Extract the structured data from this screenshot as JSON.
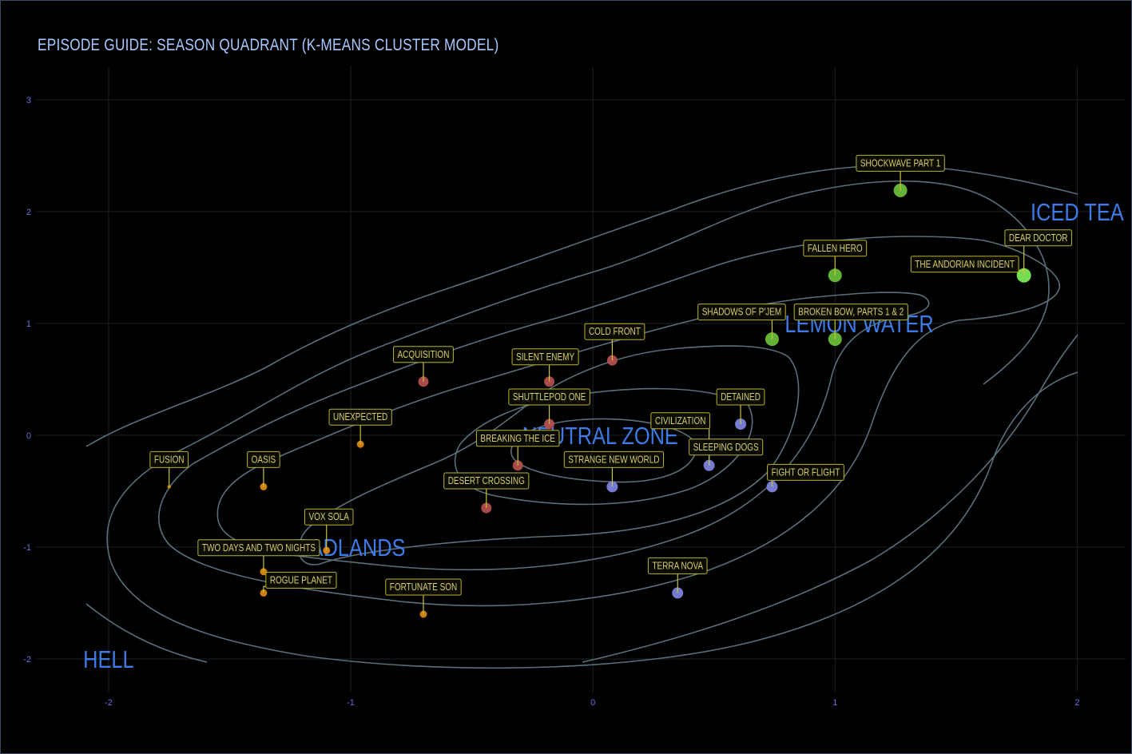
{
  "chart_data": {
    "type": "scatter",
    "title": "EPISODE GUIDE: SEASON QUADRANT (K-MEANS CLUSTER MODEL)",
    "xlabel": "",
    "ylabel": "",
    "xlim": [
      -2.3,
      2.2
    ],
    "ylim": [
      -2.3,
      3.3
    ],
    "x_ticks": [
      -2,
      -1,
      0,
      1,
      2
    ],
    "y_ticks": [
      -2,
      -1,
      0,
      1,
      2,
      3
    ],
    "grid": true,
    "regions": [
      {
        "label": "ICED TEA",
        "x": 2.0,
        "y": 2.0
      },
      {
        "label": "LEMON WATER",
        "x": 1.1,
        "y": 1.0
      },
      {
        "label": "NEUTRAL ZONE",
        "x": 0.03,
        "y": 0.0
      },
      {
        "label": "BADLANDS",
        "x": -1.0,
        "y": -1.0
      },
      {
        "label": "HELL",
        "x": -2.0,
        "y": -2.0
      }
    ],
    "cluster_colors": {
      "iced_tea": "#7ff05a",
      "lemon_water": "#6cc23c",
      "neutral_zone_red": "#b65050",
      "neutral_zone_blue": "#7f86e2",
      "badlands": "#e08a14"
    },
    "points": [
      {
        "name": "SHOCKWAVE PART 1",
        "x": 1.27,
        "y": 2.19,
        "cluster": "lemon_water"
      },
      {
        "name": "DEAR DOCTOR",
        "x": 1.78,
        "y": 1.43,
        "cluster": "iced_tea"
      },
      {
        "name": "THE ANDORIAN INCIDENT",
        "x": 1.78,
        "y": 1.43,
        "cluster": "iced_tea"
      },
      {
        "name": "FALLEN HERO",
        "x": 1.0,
        "y": 1.43,
        "cluster": "lemon_water"
      },
      {
        "name": "SHADOWS OF P'JEM",
        "x": 0.74,
        "y": 0.86,
        "cluster": "lemon_water"
      },
      {
        "name": "BROKEN BOW, PARTS 1 & 2",
        "x": 1.0,
        "y": 0.86,
        "cluster": "lemon_water"
      },
      {
        "name": "COLD FRONT",
        "x": 0.08,
        "y": 0.67,
        "cluster": "neutral_zone_red"
      },
      {
        "name": "SILENT ENEMY",
        "x": -0.18,
        "y": 0.48,
        "cluster": "neutral_zone_red"
      },
      {
        "name": "ACQUISITION",
        "x": -0.7,
        "y": 0.48,
        "cluster": "neutral_zone_red"
      },
      {
        "name": "SHUTTLEPOD ONE",
        "x": -0.18,
        "y": 0.1,
        "cluster": "neutral_zone_red"
      },
      {
        "name": "BREAKING THE ICE",
        "x": -0.31,
        "y": -0.27,
        "cluster": "neutral_zone_red"
      },
      {
        "name": "DESERT CROSSING",
        "x": -0.44,
        "y": -0.65,
        "cluster": "neutral_zone_red"
      },
      {
        "name": "DETAINED",
        "x": 0.61,
        "y": 0.1,
        "cluster": "neutral_zone_blue"
      },
      {
        "name": "CIVILIZATION",
        "x": 0.48,
        "y": -0.27,
        "cluster": "neutral_zone_blue"
      },
      {
        "name": "SLEEPING DOGS",
        "x": 0.48,
        "y": -0.27,
        "cluster": "neutral_zone_blue"
      },
      {
        "name": "STRANGE NEW WORLD",
        "x": 0.08,
        "y": -0.46,
        "cluster": "neutral_zone_blue"
      },
      {
        "name": "FIGHT OR FLIGHT",
        "x": 0.74,
        "y": -0.46,
        "cluster": "neutral_zone_blue"
      },
      {
        "name": "TERRA NOVA",
        "x": 0.35,
        "y": -1.41,
        "cluster": "neutral_zone_blue"
      },
      {
        "name": "UNEXPECTED",
        "x": -0.96,
        "y": -0.08,
        "cluster": "badlands"
      },
      {
        "name": "FUSION",
        "x": -1.75,
        "y": -0.46,
        "cluster": "badlands"
      },
      {
        "name": "OASIS",
        "x": -1.36,
        "y": -0.46,
        "cluster": "badlands"
      },
      {
        "name": "VOX SOLA",
        "x": -1.1,
        "y": -1.03,
        "cluster": "badlands"
      },
      {
        "name": "TWO DAYS AND TWO NIGHTS",
        "x": -1.36,
        "y": -1.22,
        "cluster": "badlands"
      },
      {
        "name": "ROGUE PLANET",
        "x": -1.36,
        "y": -1.41,
        "cluster": "badlands"
      },
      {
        "name": "FORTUNATE SON",
        "x": -0.7,
        "y": -1.6,
        "cluster": "badlands"
      }
    ]
  }
}
